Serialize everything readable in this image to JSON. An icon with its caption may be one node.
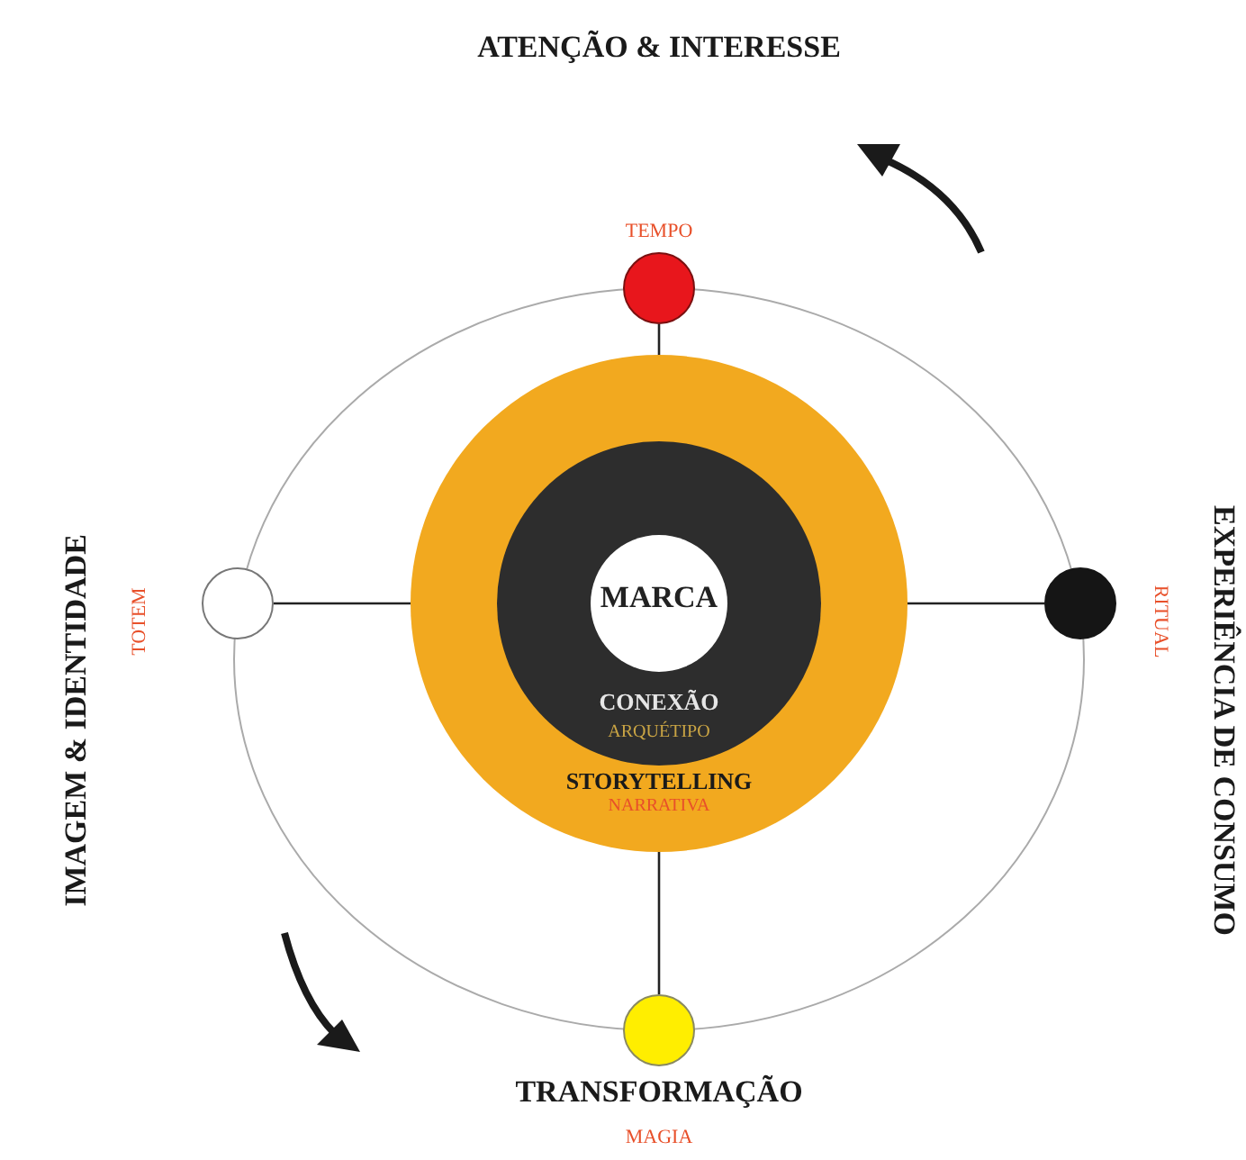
{
  "diagram": {
    "nodes": [
      {
        "text": [
          "STORYTELLING",
          "NARRATIVA"
        ]
      },
      {
        "text": [
          "CONEXÃO",
          "ARQUÉTIPO"
        ],
        "in": 0
      },
      {
        "text": [
          "MARCA"
        ],
        "in": 1
      },
      {
        "text": [],
        "shape": "circle",
        "beside": [
          "TEMPO"
        ]
      },
      {
        "text": [],
        "shape": "circle",
        "beside": [
          "EXPERIÊNCIA DE CONSUMO",
          "RITUAL"
        ]
      },
      {
        "text": [],
        "shape": "circle",
        "beside": [
          "TRANSFORMAÇÃO",
          "MAGIA"
        ]
      },
      {
        "text": [],
        "shape": "circle",
        "beside": [
          "IMAGEM & IDENTIDADE",
          "TOTEM"
        ]
      }
    ],
    "edges": [
      {
        "from": 3,
        "to": 0,
        "arrow": "none"
      },
      {
        "from": 6,
        "to": 0,
        "arrow": "none"
      },
      {
        "from": 4,
        "to": 0,
        "arrow": "none"
      },
      {
        "from": 5,
        "to": 0,
        "arrow": "none"
      }
    ],
    "labels": [
      "ATENÇÃO & INTERESSE"
    ]
  }
}
